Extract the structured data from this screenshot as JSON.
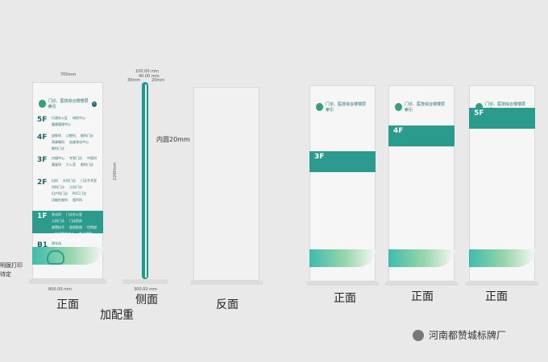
{
  "ui": {
    "left_notes": [
      "明膜打印",
      "待定"
    ],
    "dims": {
      "top_width": "700mm",
      "side_top": "100.00 mm",
      "side_top2": "40.00 mm",
      "side_small": "20mm",
      "side_small2": "30mm",
      "height": "2200mm",
      "bottom_width": "800.00 mm",
      "side_bottom": "300.00 mm"
    },
    "inner_radius": "内圆20mm",
    "captions": {
      "front": "正面",
      "side": "侧面",
      "back": "反面",
      "weight": "加配重"
    },
    "front_caption2": "正面",
    "front_caption3": "正面",
    "front_caption4": "正面",
    "watermark": "河南都赞城标牌厂",
    "sign": {
      "header": "门诊、医技综合楼楼层索引",
      "floors": [
        {
          "num": "5F",
          "items": [
            "行政办公区",
            "体检中心",
            "健康管理中心"
          ]
        },
        {
          "num": "4F",
          "items": [
            "皮肤科",
            "口腔科",
            "眼科门诊",
            "耳鼻喉科",
            "血液净化中心",
            "眼科门诊"
          ]
        },
        {
          "num": "3F",
          "items": [
            "内镜中心",
            "专家门诊",
            "中医科",
            "康复科",
            "介入室",
            "眼科门诊"
          ]
        },
        {
          "num": "2F",
          "items": [
            "妇科",
            "外科门诊",
            "门诊手术室",
            "内科门诊",
            "儿科门诊",
            "妇产科门诊",
            "PICC门诊",
            "功能检查科",
            "超声科"
          ]
        },
        {
          "num": "1F",
          "items": [
            "急诊科",
            "门诊办公室",
            "儿科门诊",
            "门诊药房",
            "收费挂号",
            "医保报销",
            "住院部",
            "一站式服务中心",
            "急诊观察",
            "B超室",
            "功能检查科"
          ]
        },
        {
          "num": "B1",
          "items": [
            "停车场"
          ]
        }
      ]
    }
  }
}
